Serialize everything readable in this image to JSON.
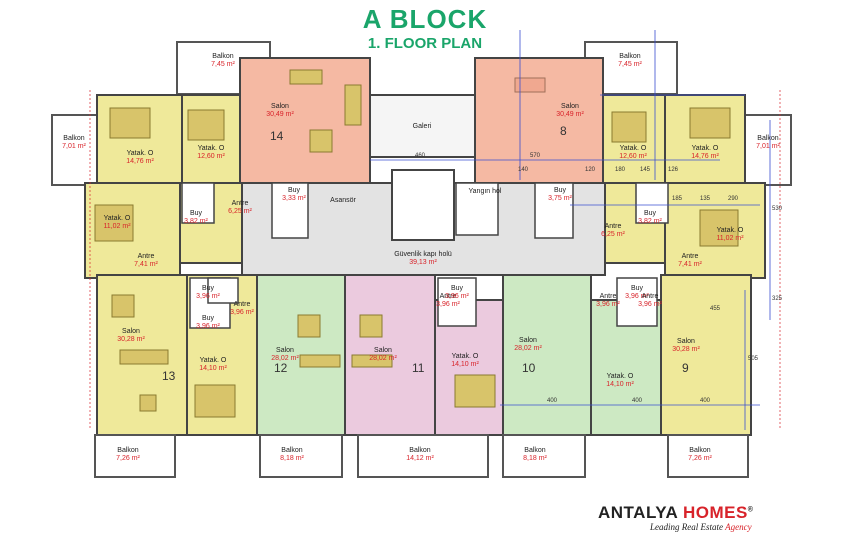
{
  "header": {
    "title": "A BLOCK",
    "subtitle": "1. FLOOR PLAN"
  },
  "brand": {
    "name_main": "ANTALYA",
    "name_accent": "HOMES",
    "mark": "®",
    "tagline_main": "Leading Real Estate ",
    "tagline_accent": "Agency"
  },
  "colors": {
    "title": "#1aa56a",
    "brand_red": "#d8232a",
    "yellow": "#efe99a",
    "salmon": "#f5b9a3",
    "green": "#cde9c3",
    "pink": "#ebcade",
    "corridor": "#e3e3e3"
  },
  "rooms": [
    {
      "id": "balkon_tl",
      "name": "Balkon",
      "area": "7,45 m²"
    },
    {
      "id": "balkon_tr",
      "name": "Balkon",
      "area": "7,45 m²"
    },
    {
      "id": "balkon_l",
      "name": "Balkon",
      "area": "7,01 m²"
    },
    {
      "id": "balkon_r",
      "name": "Balkon",
      "area": "7,01 m²"
    },
    {
      "id": "yatak1",
      "name": "Yatak. O",
      "area": "14,76 m²"
    },
    {
      "id": "yatak2",
      "name": "Yatak. O",
      "area": "12,60 m²"
    },
    {
      "id": "salon14",
      "name": "Salon",
      "area": "30,49 m²"
    },
    {
      "id": "galeri",
      "name": "Galeri",
      "area": ""
    },
    {
      "id": "salon8",
      "name": "Salon",
      "area": "30,49 m²"
    },
    {
      "id": "yatak3",
      "name": "Yatak. O",
      "area": "12,60 m²"
    },
    {
      "id": "yatak4",
      "name": "Yatak. O",
      "area": "14,76 m²"
    },
    {
      "id": "yatak5",
      "name": "Yatak. O",
      "area": "11,02 m²"
    },
    {
      "id": "yatak6",
      "name": "Yatak. O",
      "area": "11,02 m²"
    },
    {
      "id": "buy_l",
      "name": "Buy",
      "area": "3,82 m²"
    },
    {
      "id": "antre1",
      "name": "Antre",
      "area": "6,25 m²"
    },
    {
      "id": "buy2",
      "name": "Buy",
      "area": "3,33 m²"
    },
    {
      "id": "asansor",
      "name": "Asansör",
      "area": ""
    },
    {
      "id": "yangin",
      "name": "Yangın hol",
      "area": ""
    },
    {
      "id": "buy3",
      "name": "Buy",
      "area": "3,75 m²"
    },
    {
      "id": "antre2",
      "name": "Antre",
      "area": "6,25 m²"
    },
    {
      "id": "buy_r",
      "name": "Buy",
      "area": "3,82 m²"
    },
    {
      "id": "antre3",
      "name": "Antre",
      "area": "7,41 m²"
    },
    {
      "id": "antre4",
      "name": "Antre",
      "area": "7,41 m²"
    },
    {
      "id": "guvenlik",
      "name": "Güvenlik kapı holü",
      "area": "39,13 m²"
    },
    {
      "id": "buy4",
      "name": "Buy",
      "area": "3,96 m²"
    },
    {
      "id": "antre5",
      "name": "Antre",
      "area": "3,96 m²"
    },
    {
      "id": "antre6",
      "name": "Antre",
      "area": "3,96 m²"
    },
    {
      "id": "buy5",
      "name": "Buy",
      "area": "3,96 m²"
    },
    {
      "id": "buy6",
      "name": "Buy",
      "area": "3,96 m²"
    },
    {
      "id": "antre7",
      "name": "Antre",
      "area": "3,96 m²"
    },
    {
      "id": "antre8",
      "name": "Antre",
      "area": "3,96 m²"
    },
    {
      "id": "buy7",
      "name": "Buy",
      "area": "3,96 m²"
    },
    {
      "id": "salon13",
      "name": "Salon",
      "area": "30,28 m²"
    },
    {
      "id": "yatak7",
      "name": "Yatak. O",
      "area": "14,10 m²"
    },
    {
      "id": "salon12",
      "name": "Salon",
      "area": "28,02 m²"
    },
    {
      "id": "salon11",
      "name": "Salon",
      "area": "28,02 m²"
    },
    {
      "id": "yatak8",
      "name": "Yatak. O",
      "area": "14,10 m²"
    },
    {
      "id": "salon10",
      "name": "Salon",
      "area": "28,02 m²"
    },
    {
      "id": "yatak9",
      "name": "Yatak. O",
      "area": "14,10 m²"
    },
    {
      "id": "salon9",
      "name": "Salon",
      "area": "30,28 m²"
    },
    {
      "id": "balkon_b1",
      "name": "Balkon",
      "area": "7,26 m²"
    },
    {
      "id": "balkon_b2",
      "name": "Balkon",
      "area": "8,18 m²"
    },
    {
      "id": "balkon_b3",
      "name": "Balkon",
      "area": "14,12 m²"
    },
    {
      "id": "balkon_b4",
      "name": "Balkon",
      "area": "8,18 m²"
    },
    {
      "id": "balkon_b5",
      "name": "Balkon",
      "area": "7,26 m²"
    }
  ],
  "unit_numbers": [
    "14",
    "8",
    "13",
    "12",
    "11",
    "10",
    "9"
  ],
  "dimensions": [
    "460",
    "570",
    "140",
    "120",
    "180",
    "145",
    "126",
    "185",
    "135",
    "290",
    "400",
    "400",
    "400",
    "505",
    "455",
    "530",
    "325"
  ]
}
